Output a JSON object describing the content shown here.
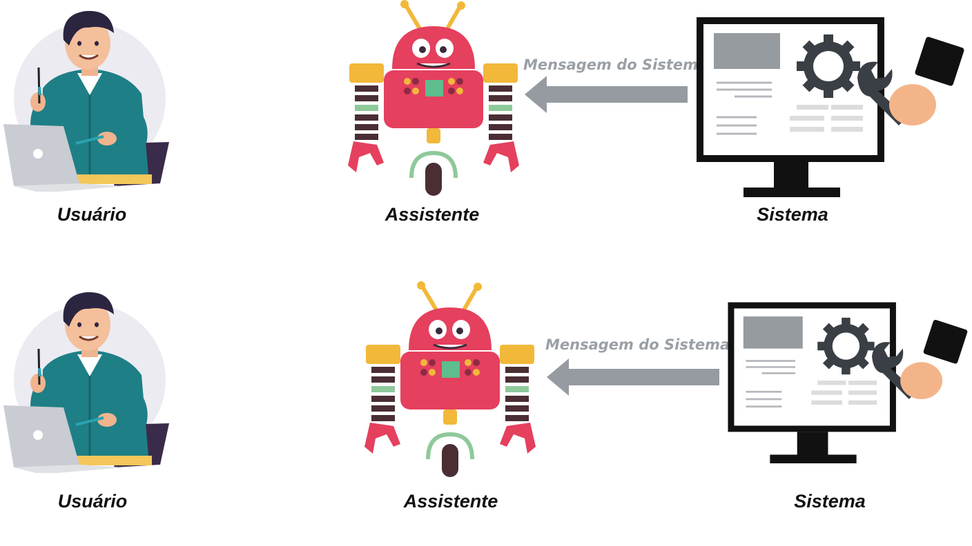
{
  "rows": [
    {
      "user_label": "Usuário",
      "assistant_label": "Assistente",
      "system_label": "Sistema",
      "message_label": "Mensagem do Sistema"
    },
    {
      "user_label": "Usuário",
      "assistant_label": "Assistente",
      "system_label": "Sistema",
      "message_label": "Mensagem do Sistema"
    }
  ],
  "colors": {
    "robot_body": "#e5405e",
    "robot_accent": "#f2b83a",
    "robot_stripe": "#4a2e34",
    "robot_green": "#8ec99a",
    "arrow": "#959ba1",
    "monitor": "#111111",
    "gear": "#3a3f45",
    "shirt": "#1f7f86"
  },
  "icons": [
    "user-illustration",
    "robot-assistant-illustration",
    "monitor-gear-illustration",
    "arrow-left-icon"
  ]
}
